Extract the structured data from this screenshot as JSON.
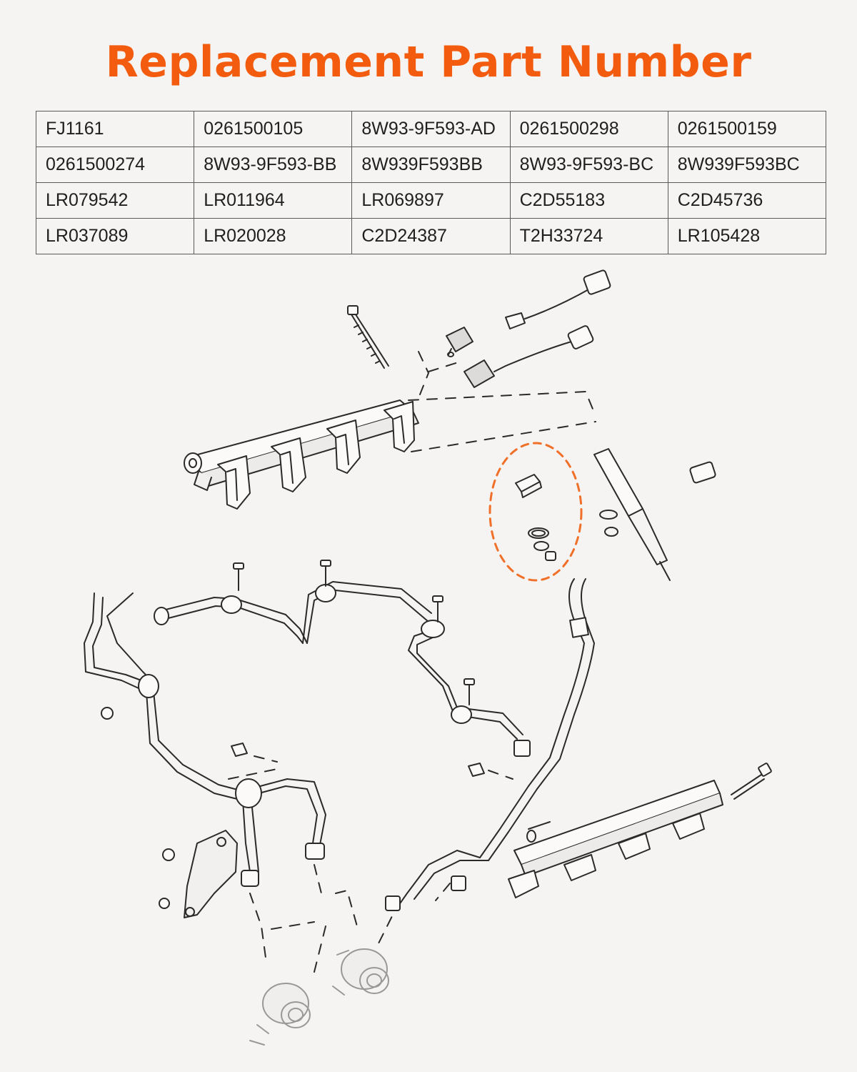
{
  "title": "Replacement Part Number",
  "parts_table": {
    "rows": [
      [
        "FJ1161",
        "0261500105",
        "8W93-9F593-AD",
        "0261500298",
        "0261500159"
      ],
      [
        "0261500274",
        "8W93-9F593-BB",
        "8W939F593BB",
        "8W93-9F593-BC",
        "8W939F593BC"
      ],
      [
        "LR079542",
        "LR011964",
        "LR069897",
        "C2D55183",
        "C2D45736"
      ],
      [
        "LR037089",
        "LR020028",
        "C2D24387",
        "T2H33724",
        "LR105428"
      ]
    ]
  },
  "colors": {
    "title": "#f35b0f",
    "highlight_ring": "#f0702a",
    "line_art": "#2a2a2a",
    "background": "#f6f4f2"
  }
}
